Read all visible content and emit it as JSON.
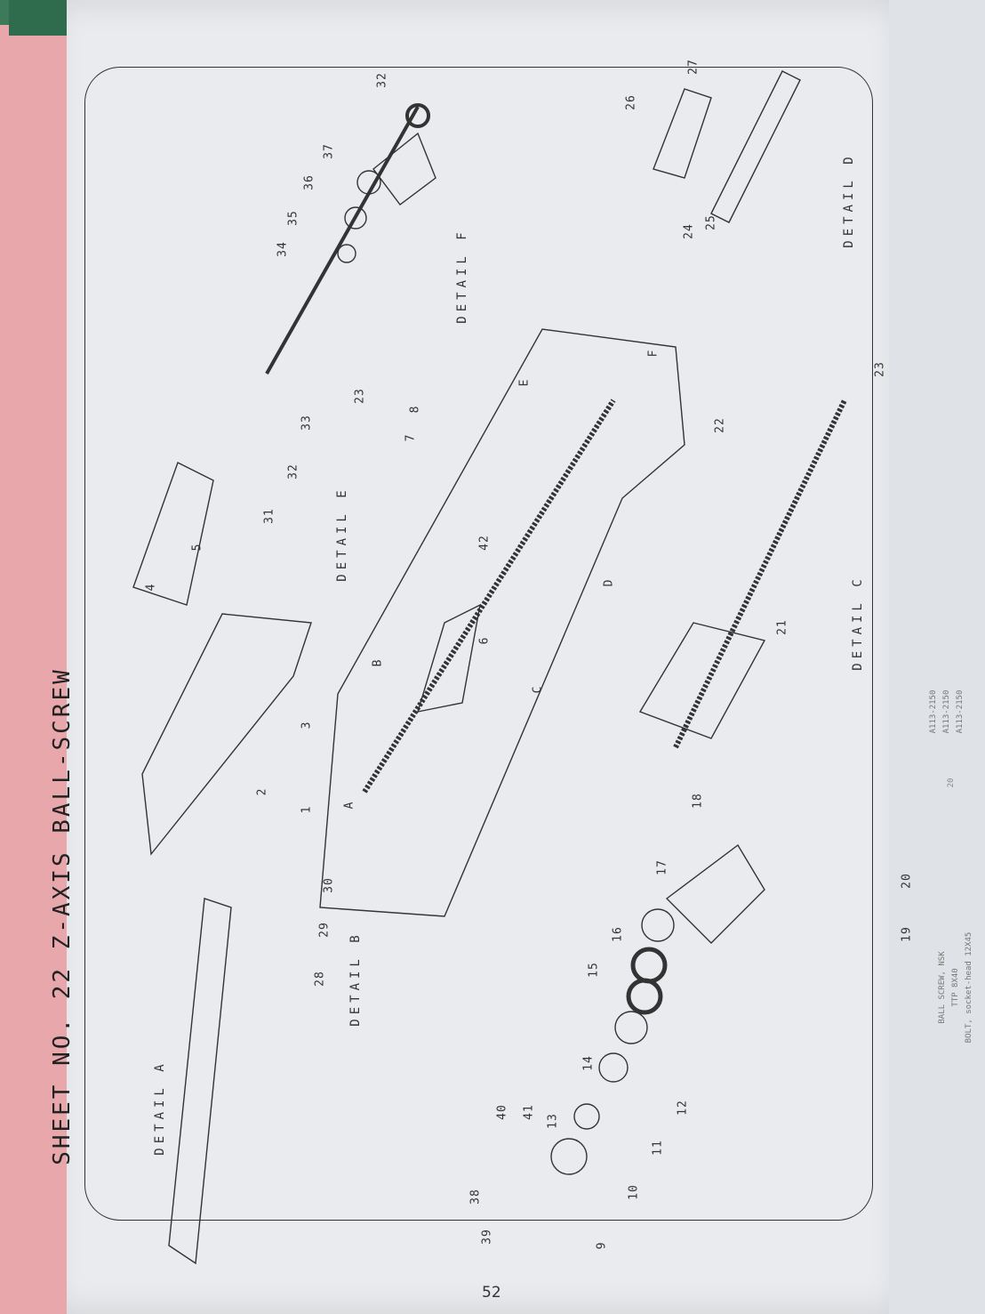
{
  "header": {
    "title": "SHEET NO. 22   Z-AXIS BALL-SCREW"
  },
  "page_number": "52",
  "details": {
    "a": "DETAIL A",
    "b": "DETAIL B",
    "c": "DETAIL C",
    "d": "DETAIL D",
    "e": "DETAIL E",
    "f": "DETAIL F"
  },
  "arrows": {
    "a": "A",
    "b": "B",
    "c": "C",
    "d": "D",
    "e": "E",
    "f": "F"
  },
  "parts": [
    "1",
    "2",
    "3",
    "4",
    "5",
    "6",
    "7",
    "8",
    "9",
    "10",
    "11",
    "12",
    "13",
    "14",
    "15",
    "16",
    "17",
    "18",
    "19",
    "20",
    "21",
    "22",
    "23",
    "23",
    "24",
    "25",
    "26",
    "27",
    "28",
    "29",
    "30",
    "31",
    "32",
    "32",
    "33",
    "34",
    "35",
    "36",
    "37",
    "38",
    "39",
    "40",
    "41",
    "42"
  ],
  "next_page": {
    "codes": [
      "A113-2150",
      "A113-2150",
      "A113-2150"
    ],
    "descriptions": [
      "BALL SCREW, NSK",
      "TTP 8X40",
      "BOLT, socket-head 12X45"
    ],
    "page": "20"
  },
  "colors": {
    "paper": "#e9ebef",
    "cover": "#e8a7ab",
    "mat": "#3d7a5a",
    "ink": "#333333"
  }
}
